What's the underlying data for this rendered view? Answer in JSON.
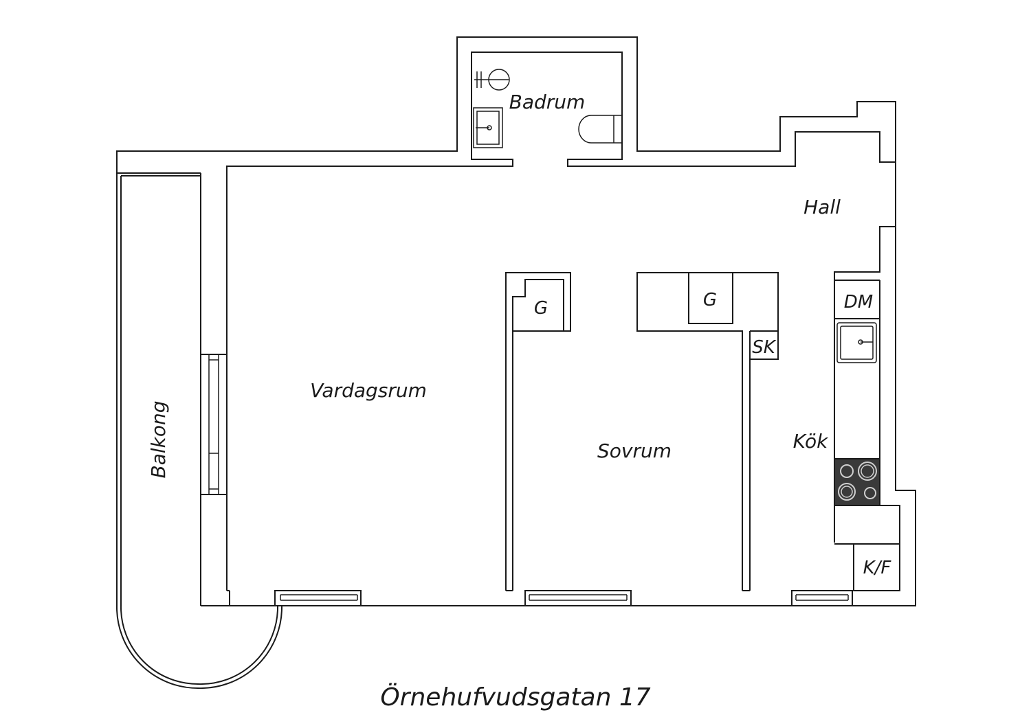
{
  "plan": {
    "rooms": {
      "badrum": "Badrum",
      "hall": "Hall",
      "vardagsrum": "Vardagsrum",
      "sovrum": "Sovrum",
      "kok": "Kök",
      "balkong": "Balkong"
    },
    "fixtures": {
      "closet_living": "G",
      "closet_bedroom": "G",
      "closet_sk": "SK",
      "dishwasher": "DM",
      "fridge_freezer": "K/F"
    },
    "address": "Örnehufvudsgatan 17",
    "colors": {
      "line": "#1a1a1a",
      "stove_top": "#3a3a3a",
      "background": "#ffffff"
    }
  }
}
